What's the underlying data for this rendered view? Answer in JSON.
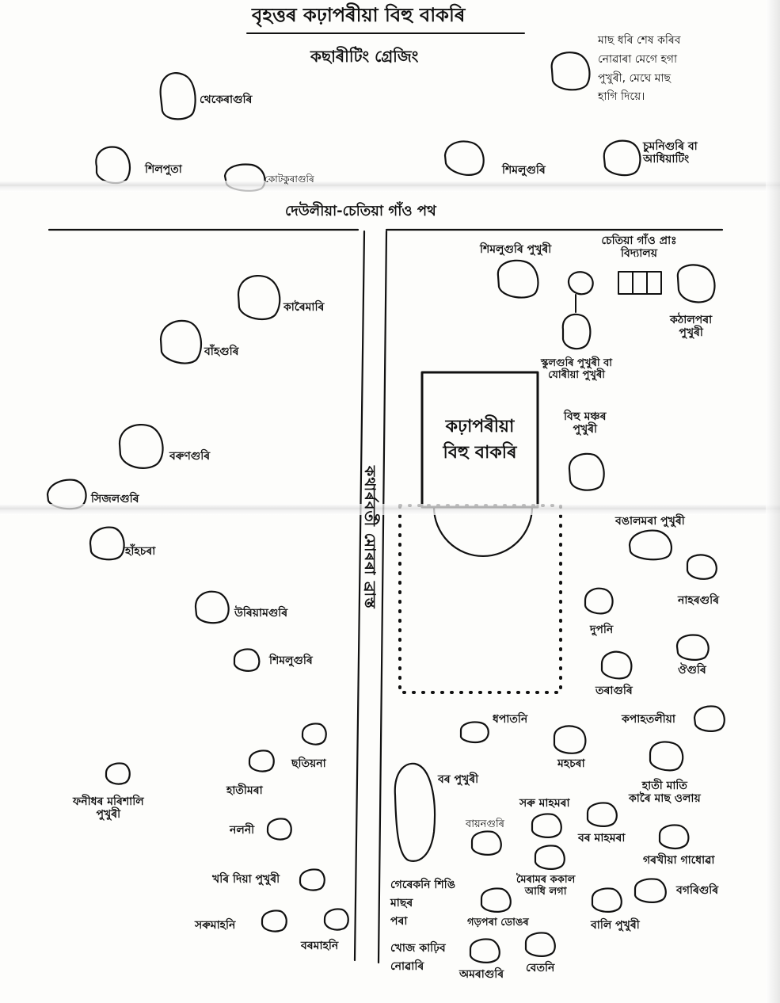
{
  "title": "বৃহত্তৰ কঢ়াপৰীয়া বিহু বাকৰি",
  "subtitle": "কছাৰীটিং গ্ৰেজিং",
  "note": "মাছ ধৰি শেষ কৰিব\nনোৱাৰা মেগে হগা\nপুখুৰী, মেঘে মাছ\nহাগি দিয়ে।",
  "road_main": "দেউলীয়া-চেতিয়া গাঁও পথ",
  "road_side": "কথাৰ্ৰবৰ্তী মোৰৰা ব্ৰাস্ত",
  "center_label": "কঢ়াপৰীয়া\nবিহু বাকৰি",
  "school_label": "চেতিয়া গাঁও প্ৰাঃ\nবিদ্যালয়",
  "labels": {
    "thekeraguri": "থেকেৰাগুৰি",
    "shilputa": "শিলপুতা",
    "kotkuraguri": "কোটকুৰাগুৰি",
    "shimaluguri_top": "শিমলুগুৰি",
    "chumaniguri": "চুমনিগুৰি বা\nআধিয়াটিং",
    "shimaluguri_pukhuri": "শিমলুগুৰি পুখুৰী",
    "kathalpora": "কঠালপৰা\nপুখুৰী",
    "kaibemari": "কাৰৈমাৰি",
    "bahguri": "বাঁহগুৰি",
    "skulguri": "স্কুলগুৰি পুখুৰী  বা\nযোৰীয়া পুখুৰী",
    "bihu_manch": "বিহু মঞ্চৰ\nপুখুৰী",
    "borunguri": "বৰুণগুৰি",
    "sijalguri": "সিজলগুৰি",
    "hahchora": "হাঁহচৰা",
    "bangalmora": "বঙালমৰা পুখুৰী",
    "naharguri": "নাহৰগুৰি",
    "uriamguri": "উৰিয়ামগুৰি",
    "dupani": "দুপনি",
    "shimaluguri_left": "শিমলুগুৰি",
    "outenguri": "ঔগুৰি",
    "toraguri": "তৰাগুৰি",
    "kapahtoliya": "কপাহতলীয়া",
    "dhopatani": "ধপাতনি",
    "mohchora": "মহচৰা",
    "chhotiyana": "ছতিয়না",
    "hatimora": "হাতীমৰা",
    "phanidhar": "ফনীধৰ মৰিশালি\nপুখুৰী",
    "bor_pukhuri": "বৰ পুখুৰী",
    "hati_mati": "হাতী মাতি\nকাৰৈ মাছ ওলায়",
    "xoru_mahmora": "সৰু মাহমৰা",
    "bayanguri": "বায়নগুৰি",
    "bor_mahmora": "বৰ মাহমৰা",
    "nalani": "নলনী",
    "gorkhiya": "গৰখীয়া গাধোৱা",
    "khori_diya": "খৰি দিয়া পুখুৰী",
    "gerekani": "গেৰেকনি শিঙি\nমাছৰ\nপৰা",
    "moirmor": "মৈৰামৰ ককাল\nআধি লগা",
    "bogriguri": "বগৰিগুৰি",
    "xorumahani": "সৰুমাহনি",
    "gorpora": "গড়পৰা ডোঙৰ",
    "bali_pukhuri": "বালি পুখুৰী",
    "bormahani": "বৰমাহনি",
    "khoj_kariv": "খোজ কাঢ়িব\nনোৱাৰি",
    "amoraguri": "অমৰাগুৰি",
    "betani": "বেতনি"
  }
}
